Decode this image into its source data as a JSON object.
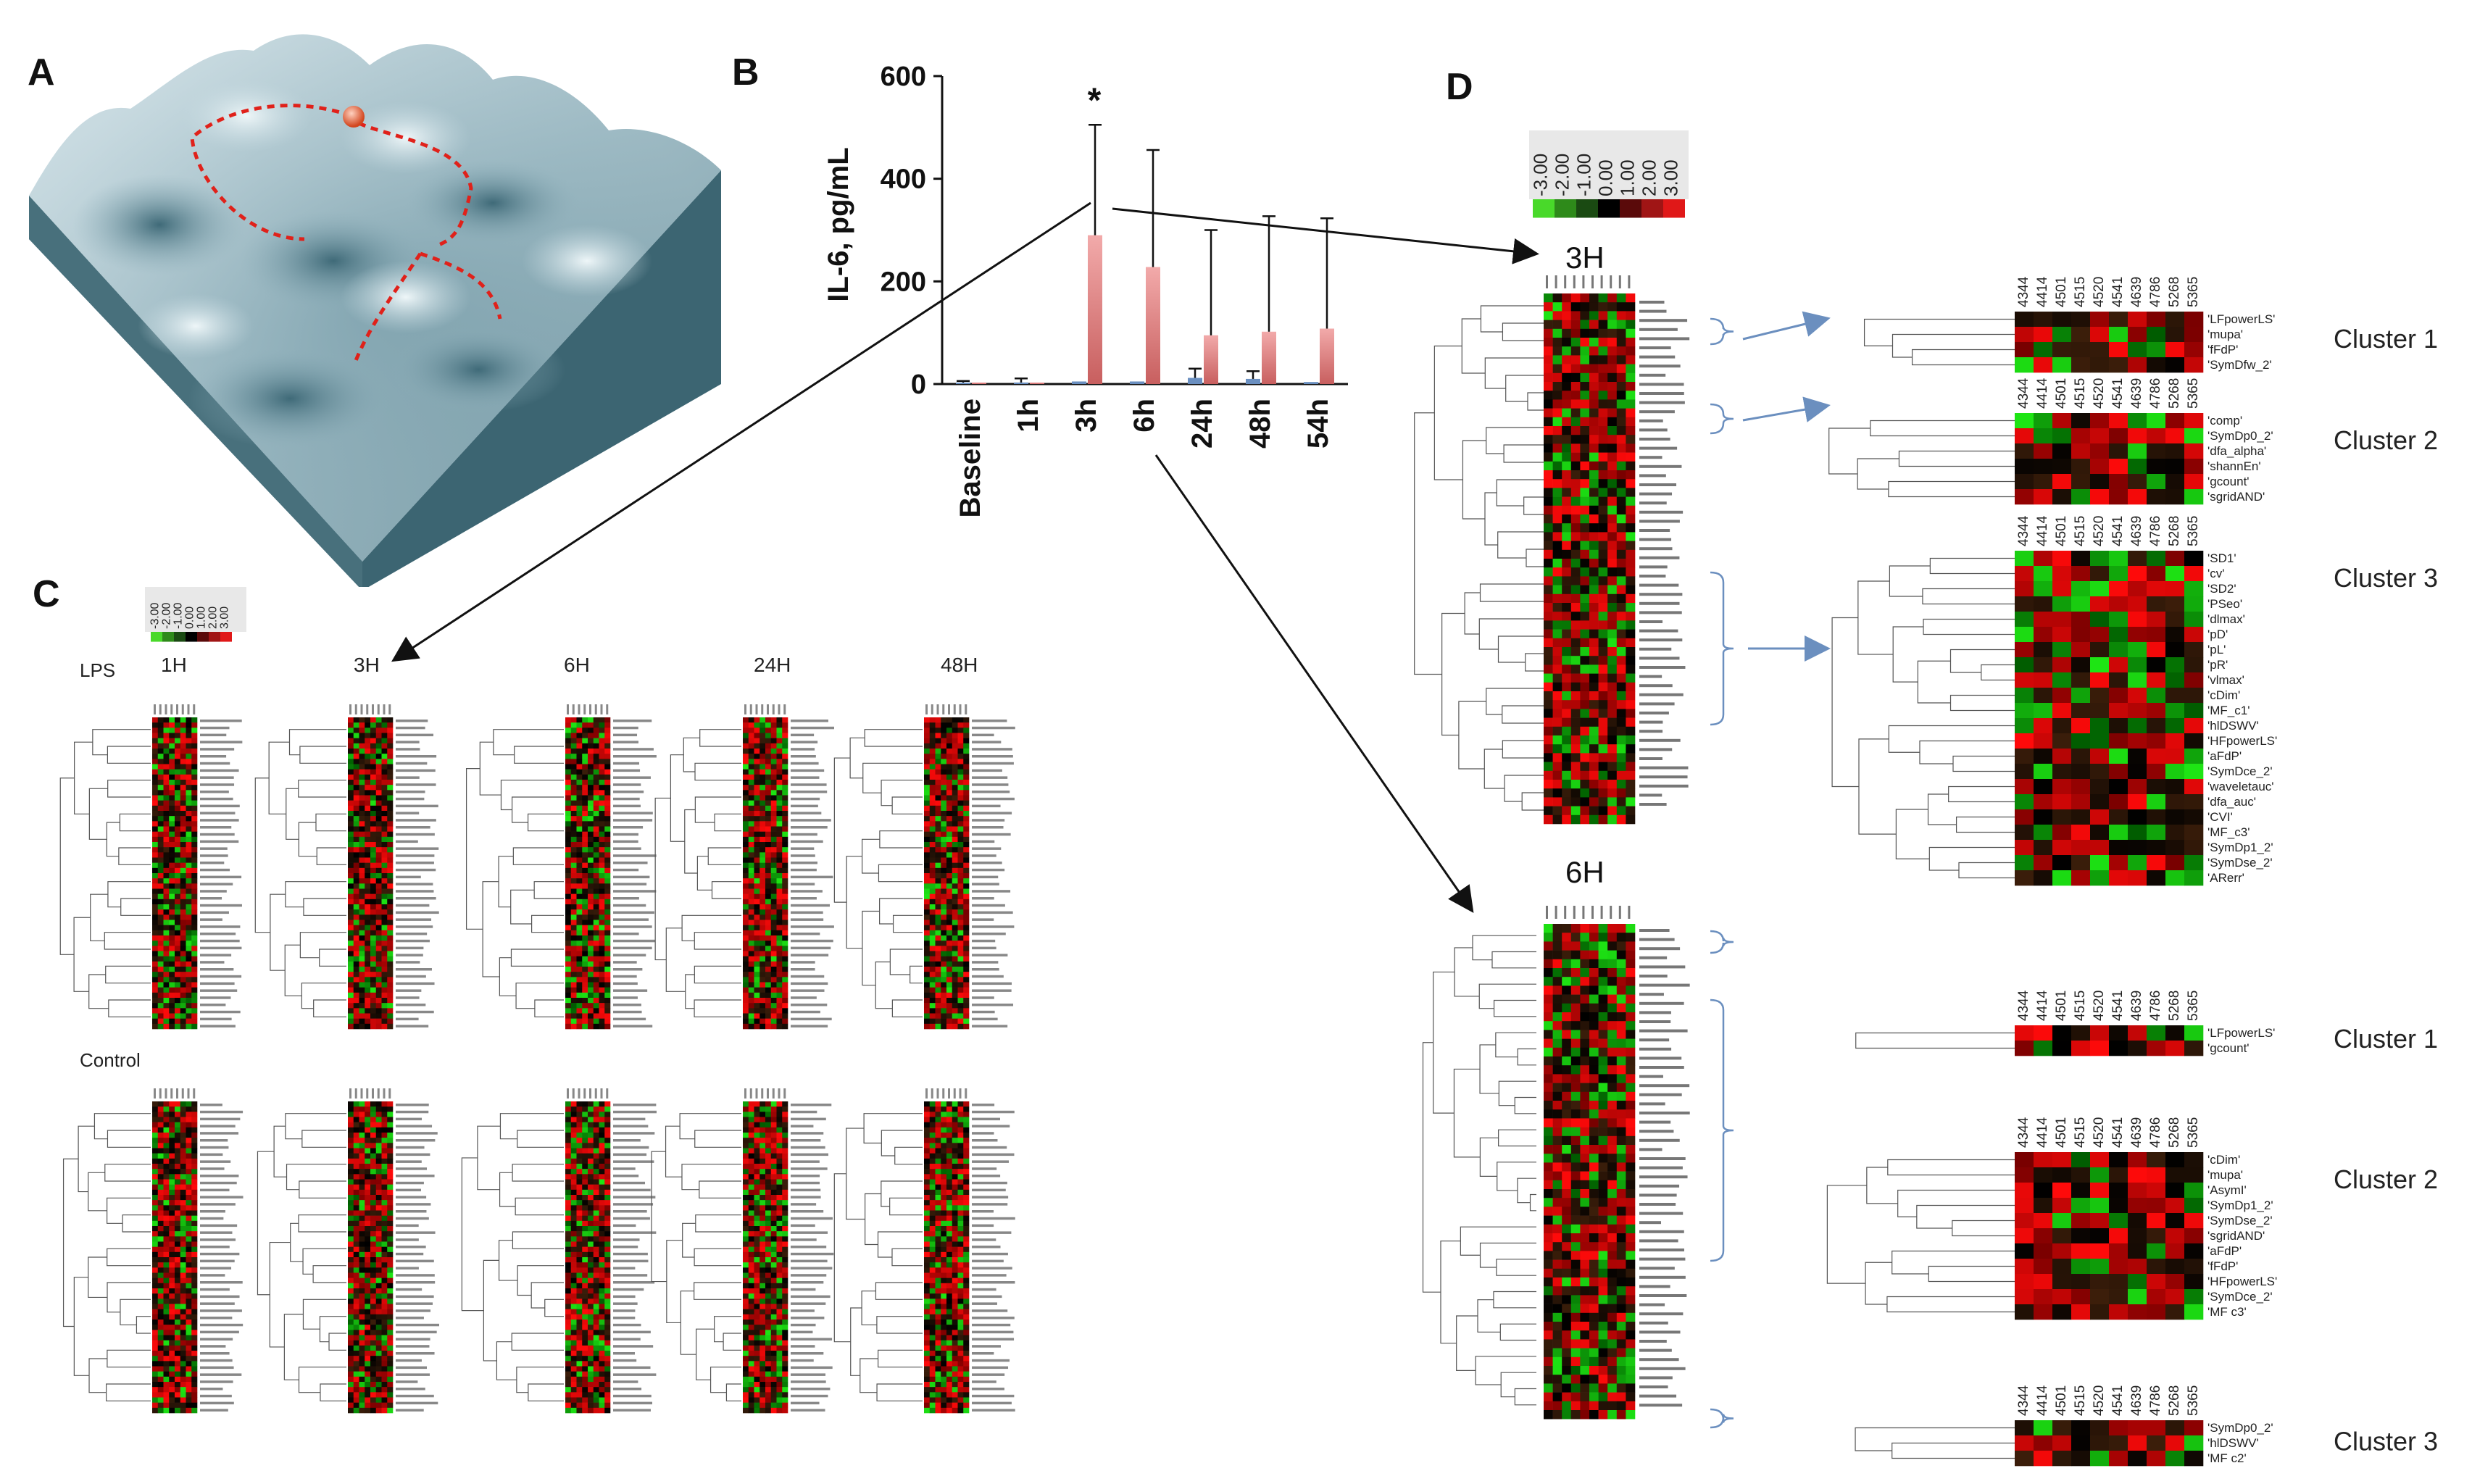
{
  "panels": {
    "a": "A",
    "b": "B",
    "c": "C",
    "d": "D"
  },
  "chart_data": {
    "type": "bar",
    "categories": [
      "Baseline",
      "1h",
      "3h",
      "6h",
      "24h",
      "48h",
      "54h"
    ],
    "series": [
      {
        "values": [
          3,
          3,
          5,
          5,
          12,
          10,
          4
        ],
        "errors": [
          3,
          8,
          0,
          0,
          18,
          15,
          0
        ],
        "color": "#6a8fc0"
      },
      {
        "values": [
          3,
          3,
          290,
          228,
          95,
          102,
          108
        ],
        "errors": [
          0,
          0,
          215,
          228,
          205,
          225,
          215
        ],
        "color": "#e08f8f"
      }
    ],
    "ylabel": "IL-6, pg/mL",
    "ylim": [
      0,
      600
    ],
    "yticks": [
      0,
      200,
      400,
      600
    ],
    "annotation": {
      "category": "3h",
      "text": "*"
    },
    "grid": false
  },
  "colorbar": {
    "labels": [
      "-3.00",
      "-2.00",
      "-1.00",
      "0.00",
      "1.00",
      "2.00",
      "3.00"
    ],
    "colors": [
      "#49d92a",
      "#2e8a1a",
      "#1a4a12",
      "#000000",
      "#5a0a0a",
      "#a01515",
      "#e01818"
    ]
  },
  "panel_c": {
    "rows": [
      {
        "label": "LPS",
        "timepoints": [
          "1H",
          "3H",
          "6H",
          "24H",
          "48H"
        ]
      },
      {
        "label": "Control",
        "timepoints": [
          "",
          "",
          "",
          "",
          ""
        ]
      }
    ]
  },
  "panel_d": {
    "sample_ids": [
      "4344",
      "4414",
      "4501",
      "4515",
      "4520",
      "4541",
      "4639",
      "4786",
      "5268",
      "5365"
    ],
    "groups": [
      {
        "time": "3H",
        "clusters": [
          {
            "name": "Cluster 1",
            "features": [
              "'LFpowerLS'",
              "'mupa'",
              "'fFdP'",
              "'SymDfw_2'"
            ]
          },
          {
            "name": "Cluster 2",
            "features": [
              "'comp'",
              "'SymDp0_2'",
              "'dfa_alpha'",
              "'shannEn'",
              "'gcount'",
              "'sgridAND'"
            ]
          },
          {
            "name": "Cluster 3",
            "features": [
              "'SD1'",
              "'cv'",
              "'SD2'",
              "'PSeo'",
              "'dlmax'",
              "'pD'",
              "'pL'",
              "'pR'",
              "'vlmax'",
              "'cDim'",
              "'MF_c1'",
              "'hlDSWV'",
              "'HFpowerLS'",
              "'aFdP'",
              "'SymDce_2'",
              "'waveletauc'",
              "'dfa_auc'",
              "'CVI'",
              "'MF_c3'",
              "'SymDp1_2'",
              "'SymDse_2'",
              "'ARerr'"
            ]
          }
        ]
      },
      {
        "time": "6H",
        "clusters": [
          {
            "name": "Cluster 1",
            "features": [
              "'LFpowerLS'",
              "'gcount'"
            ]
          },
          {
            "name": "Cluster 2",
            "features": [
              "'cDim'",
              "'mupa'",
              "'AsymI'",
              "'SymDp1_2'",
              "'SymDse_2'",
              "'sgridAND'",
              "'aFdP'",
              "'fFdP'",
              "'HFpowerLS'",
              "'SymDce_2'",
              "'MF c3'"
            ]
          },
          {
            "name": "Cluster 3",
            "features": [
              "'SymDp0_2'",
              "'hlDSWV'",
              "'MF c2'"
            ]
          }
        ]
      }
    ]
  }
}
